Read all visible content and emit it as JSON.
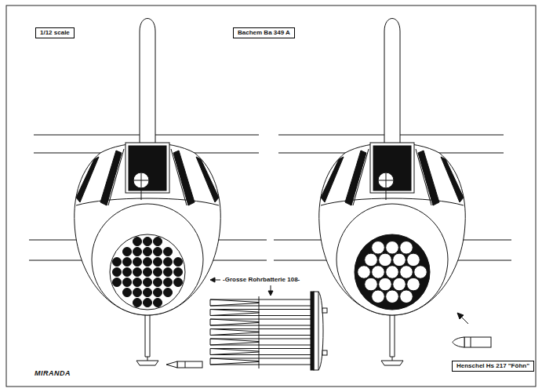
{
  "diagram": {
    "title": "Bachem Ba 349 A",
    "nodes": [
      {
        "text": [
          "1/12 scale"
        ]
      },
      {
        "text": [
          "Henschel Hs 217 \"Föhn\""
        ]
      }
    ],
    "labels": [
      "-Grosse Rohrbatterie 108-",
      "MIRANDA"
    ]
  }
}
